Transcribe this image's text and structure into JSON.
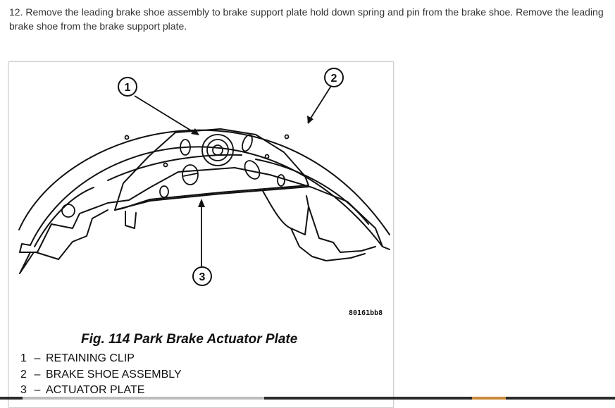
{
  "instruction": {
    "text": "12. Remove the leading brake shoe assembly to brake support plate hold down spring and pin from the brake shoe. Remove the leading brake shoe from the brake support plate."
  },
  "figure": {
    "callouts": [
      "1",
      "2",
      "3"
    ],
    "code": "80161bb8",
    "caption": "Fig. 114 Park Brake Actuator Plate",
    "legend": [
      {
        "num": "1",
        "dash": "–",
        "label": "RETAINING CLIP"
      },
      {
        "num": "2",
        "dash": "–",
        "label": "BRAKE SHOE ASSEMBLY"
      },
      {
        "num": "3",
        "dash": "–",
        "label": "ACTUATOR PLATE"
      }
    ]
  },
  "colors": {
    "text": "#333333",
    "line_art": "#111111",
    "frame_border": "#cfcfcf",
    "bottom_bar": "#2b2b2b",
    "bottom_bar_accent": "#c98a3a"
  }
}
